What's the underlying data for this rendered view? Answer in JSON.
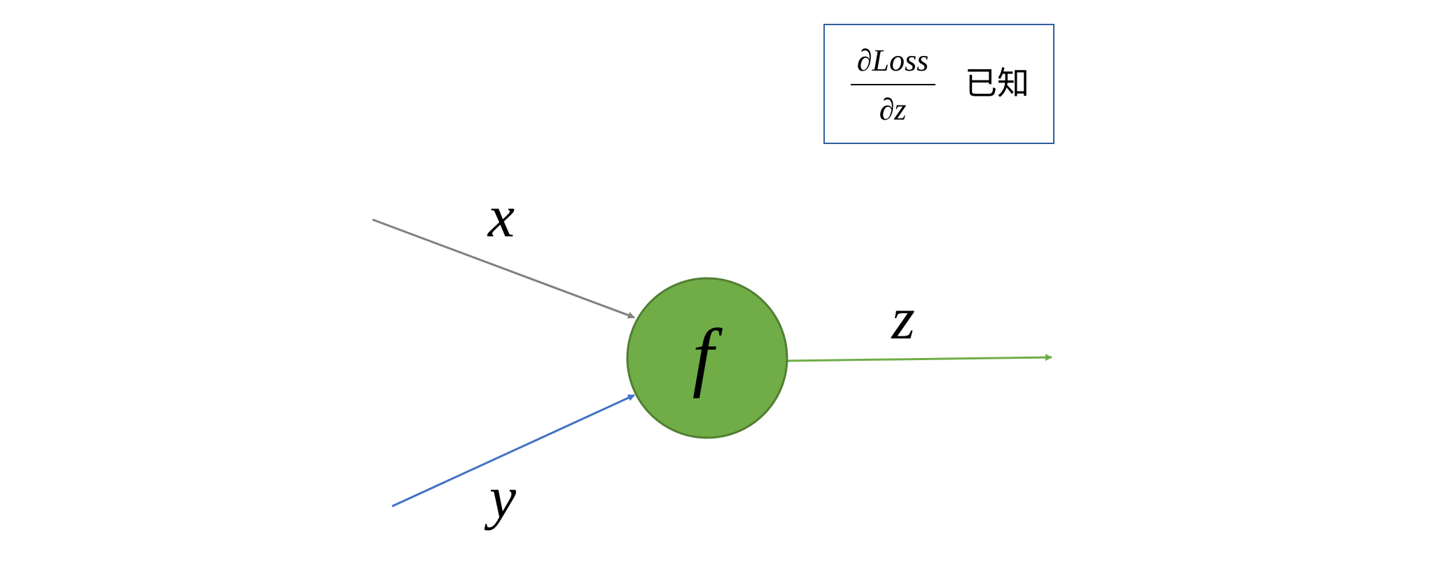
{
  "known_box": {
    "numerator": "∂Loss",
    "denominator": "∂z",
    "suffix": "已知"
  },
  "node": {
    "label": "f"
  },
  "inputs": {
    "x": "x",
    "y": "y"
  },
  "output": {
    "z": "z"
  },
  "colors": {
    "node_fill": "#70AD47",
    "node_stroke": "#507E32",
    "x_edge": "#808080",
    "y_edge": "#4472C4",
    "z_edge": "#70AD47",
    "box_stroke": "#2E5F9E"
  }
}
